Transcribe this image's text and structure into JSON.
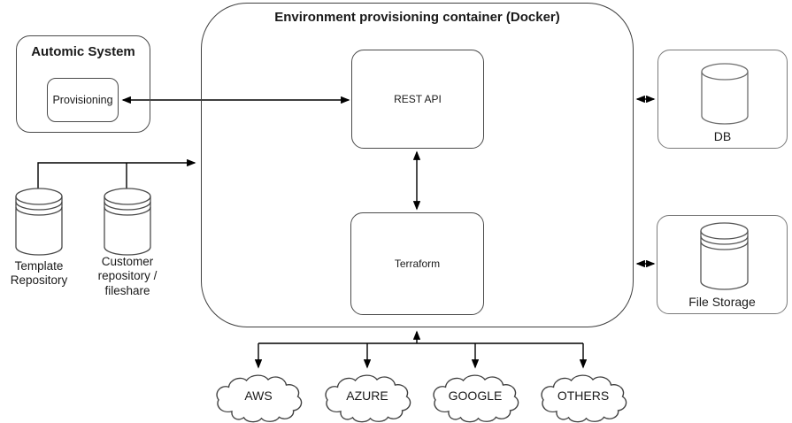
{
  "diagram": {
    "colors": {
      "background": "#ffffff",
      "shape_border": "#4a4a4a",
      "container_border": "#3f3f3f",
      "arrow": "#000000",
      "text": "#1a1a1a"
    },
    "container": {
      "title": "Environment provisioning container (Docker)",
      "rest_api": "REST API",
      "terraform": "Terraform"
    },
    "automic_system": {
      "title": "Automic System",
      "provisioning": "Provisioning"
    },
    "storage": {
      "db": "DB",
      "file_storage": "File Storage"
    },
    "repositories": {
      "template": "Template Repository",
      "customer": "Customer repository / fileshare"
    },
    "clouds": [
      {
        "label": "AWS"
      },
      {
        "label": "AZURE"
      },
      {
        "label": "GOOGLE"
      },
      {
        "label": "OTHERS"
      }
    ]
  }
}
